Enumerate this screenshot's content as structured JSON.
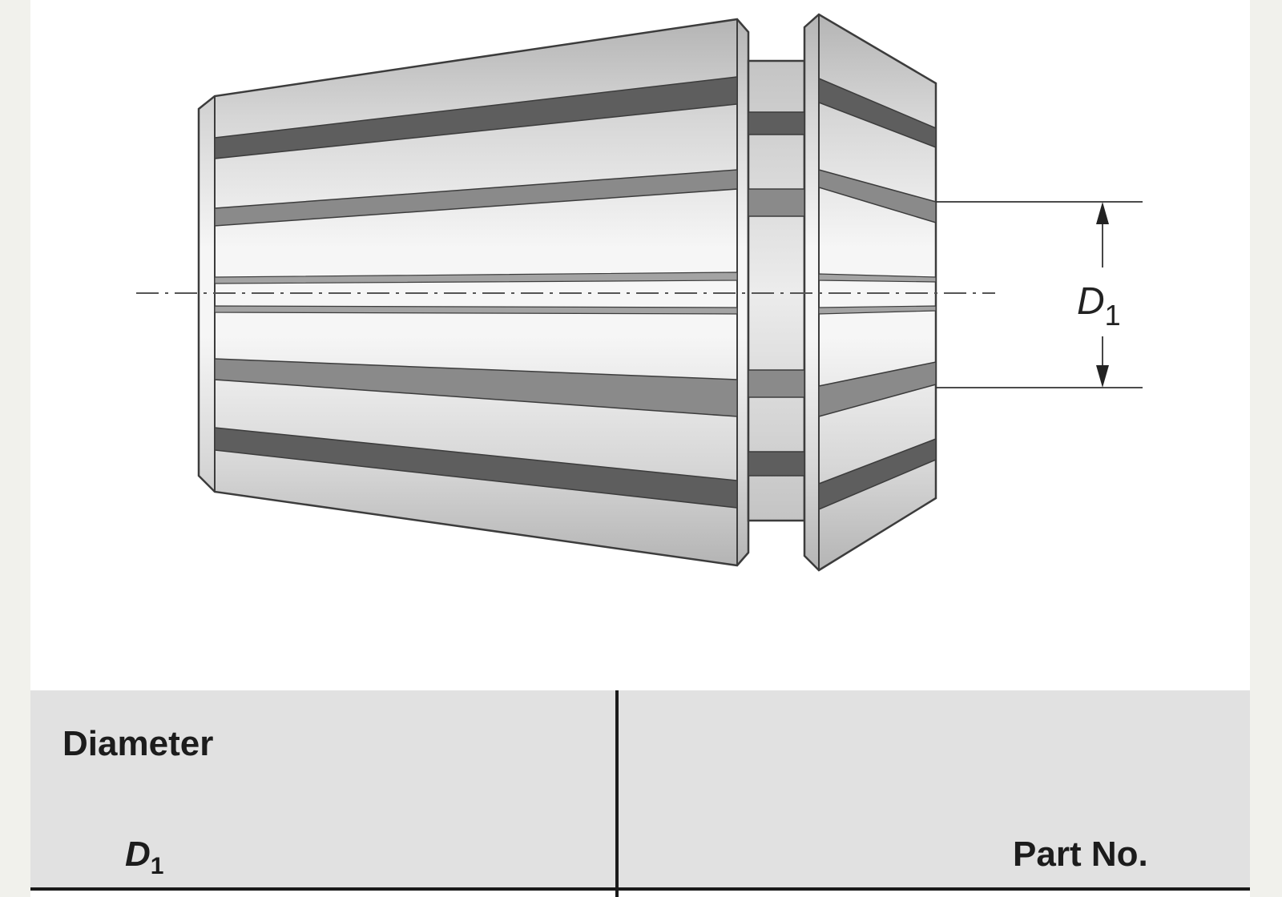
{
  "diagram": {
    "dimension_label": {
      "symbol": "D",
      "subscript": "1"
    }
  },
  "table": {
    "header_diameter": "Diameter",
    "header_d_symbol": "D",
    "header_d_subscript": "1",
    "header_part_no": "Part No."
  },
  "colors": {
    "background": "#f1f1ec",
    "sheet": "#ffffff",
    "table_header": "#e1e1e1",
    "slot_dark": "#5e5e5e",
    "slot_mid": "#8a8a8a",
    "outline": "#3c3c3c"
  }
}
